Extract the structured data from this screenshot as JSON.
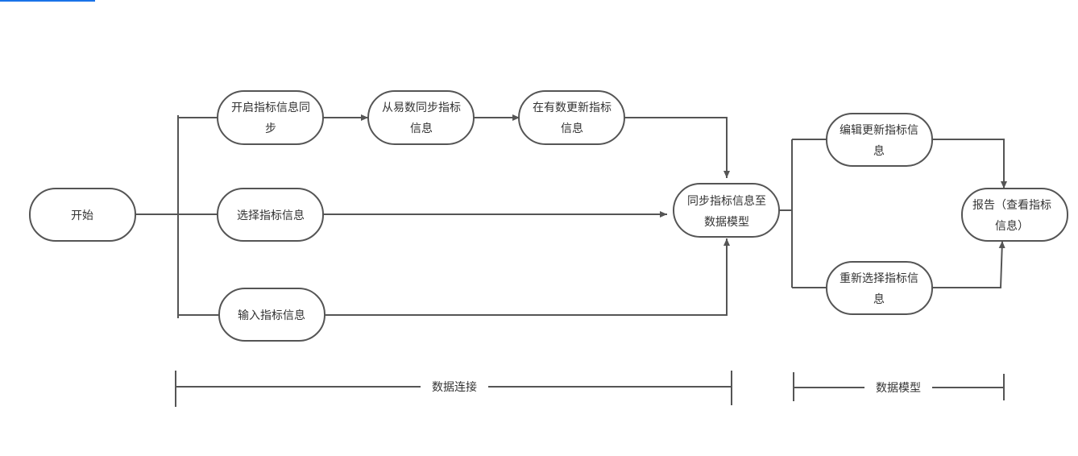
{
  "colors": {
    "stroke": "#555555",
    "text": "#333333",
    "link": "#1a73e8",
    "background": "#ffffff"
  },
  "nodes": {
    "start": [
      "开始"
    ],
    "open_sync": [
      "开启指标信息同",
      "步"
    ],
    "sync_from_yishu": [
      "从易数同步指标",
      "信息"
    ],
    "update_in_youshu": [
      "在有数更新指标",
      "信息"
    ],
    "select_metric": [
      "选择指标信息"
    ],
    "input_metric": [
      "输入指标信息"
    ],
    "sync_to_model": [
      "同步指标信息至",
      "数据模型"
    ],
    "edit_update": [
      "编辑更新指标信",
      "息"
    ],
    "reselect": [
      "重新选择指标信",
      "息"
    ],
    "report": [
      "报告（查看指标",
      "信息）"
    ]
  },
  "phases": {
    "data_connection": "数据连接",
    "data_model": "数据模型"
  }
}
